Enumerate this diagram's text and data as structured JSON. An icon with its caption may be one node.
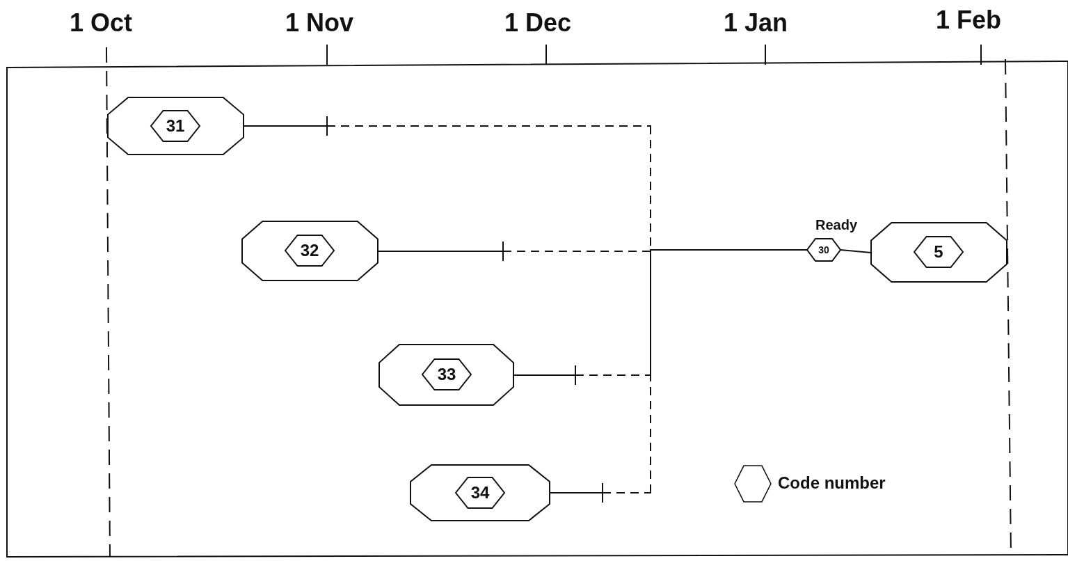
{
  "diagram": {
    "nodes": [
      {
        "text": [],
        "shape": "octagon"
      },
      {
        "text": [
          "31"
        ],
        "in": 0
      },
      {
        "text": [],
        "shape": "octagon"
      },
      {
        "text": [
          "32"
        ],
        "in": 2
      },
      {
        "text": [],
        "shape": "octagon"
      },
      {
        "text": [
          "33"
        ],
        "in": 4
      },
      {
        "text": [],
        "shape": "octagon"
      },
      {
        "text": [
          "34"
        ],
        "in": 6
      },
      {
        "text": [
          "30"
        ]
      },
      {
        "text": [],
        "shape": "octagon"
      },
      {
        "text": [
          "5"
        ],
        "in": 9
      }
    ],
    "edges": [
      {
        "from": 0,
        "to": 8,
        "arrow": "none"
      },
      {
        "from": 2,
        "to": 8,
        "arrow": "none"
      },
      {
        "from": 4,
        "to": 8,
        "arrow": "none"
      },
      {
        "from": 6,
        "to": 8,
        "arrow": "none"
      },
      {
        "from": 8,
        "to": 9,
        "arrow": "none"
      }
    ],
    "labels": [
      "1 Oct",
      "1 Nov",
      "1 Dec",
      "1 Jan",
      "1 Feb",
      "Ready"
    ],
    "legend": [
      {
        "text": "Code number"
      }
    ]
  }
}
